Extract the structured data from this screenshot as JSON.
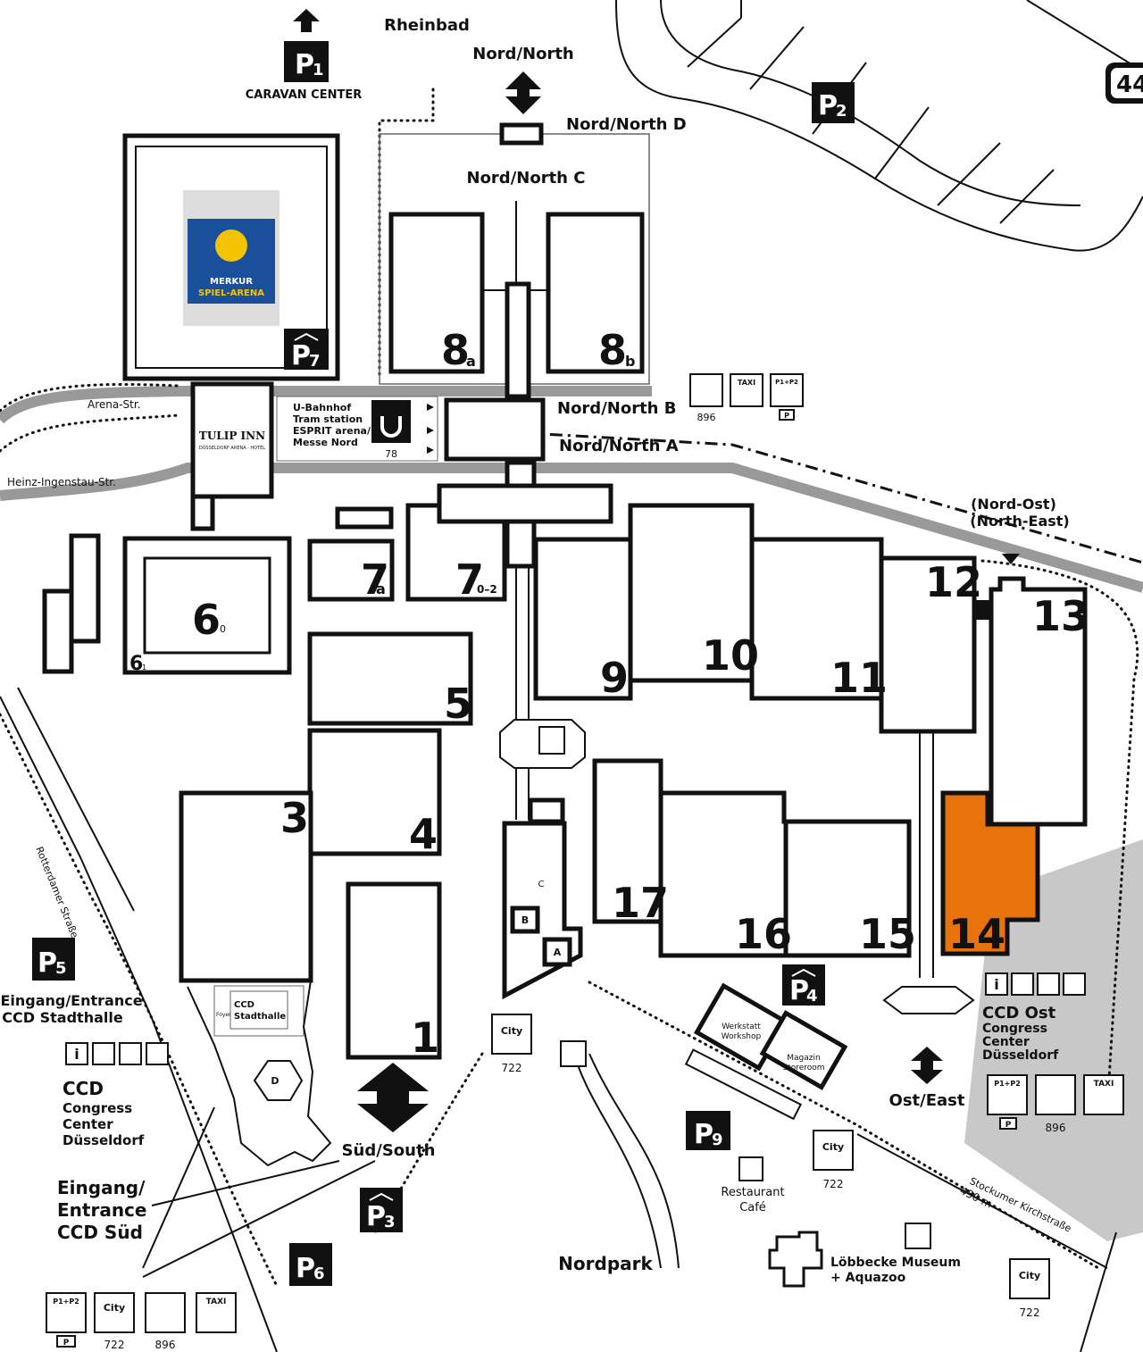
{
  "colors": {
    "highlight": "#e8730a",
    "road": "#999999",
    "ink": "#111111",
    "area": "#c8c8c8"
  },
  "top_labels": {
    "rheinbad": "Rheinbad",
    "nord_north": "Nord/North",
    "caravan_center": "CARAVAN CENTER",
    "nord_d": "Nord/North D",
    "nord_c": "Nord/North C",
    "nord_b": "Nord/North B",
    "nord_a": "Nord/North A",
    "nord_ost": "(Nord-Ost)",
    "north_east": "(North-East)"
  },
  "parking": [
    {
      "id": "P1",
      "num": "1"
    },
    {
      "id": "P2",
      "num": "2"
    },
    {
      "id": "P3",
      "num": "3"
    },
    {
      "id": "P4",
      "num": "4"
    },
    {
      "id": "P5",
      "num": "5"
    },
    {
      "id": "P6",
      "num": "6"
    },
    {
      "id": "P7",
      "num": "7"
    },
    {
      "id": "P9",
      "num": "9"
    }
  ],
  "motorway": "44",
  "arena": {
    "line1": "MERKUR",
    "line2": "SPIEL-ARENA"
  },
  "hotel": {
    "name": "TULIP INN",
    "sub": "DÜSSELDORF ARENA · HOTEL"
  },
  "station": {
    "line1": "U-Bahnhof",
    "line2": "Tram station",
    "line3": "ESPRIT arena/",
    "line4": "Messe Nord",
    "line_no": "78",
    "brand": "stadtbahn"
  },
  "streets": {
    "arena": "Arena-Str.",
    "heinz": "Heinz-Ingenstau-Str.",
    "rotterdamer": "Rotterdamer Straße",
    "stockumer": "Stockumer Kirchstraße",
    "distance": "450 m"
  },
  "halls": [
    {
      "key": "h8a",
      "num": "8",
      "sub": "a"
    },
    {
      "key": "h8b",
      "num": "8",
      "sub": "b"
    },
    {
      "key": "h7a",
      "num": "7",
      "sub": "a"
    },
    {
      "key": "h7",
      "num": "7",
      "sub": "0–2"
    },
    {
      "key": "h6",
      "num": "6",
      "sub": "0"
    },
    {
      "key": "h61",
      "num": "6",
      "sub": "1"
    },
    {
      "key": "h5",
      "num": "5",
      "sub": ""
    },
    {
      "key": "h4",
      "num": "4",
      "sub": ""
    },
    {
      "key": "h3",
      "num": "3",
      "sub": ""
    },
    {
      "key": "h1",
      "num": "1",
      "sub": ""
    },
    {
      "key": "h9",
      "num": "9",
      "sub": ""
    },
    {
      "key": "h10",
      "num": "10",
      "sub": ""
    },
    {
      "key": "h11",
      "num": "11",
      "sub": ""
    },
    {
      "key": "h12",
      "num": "12",
      "sub": ""
    },
    {
      "key": "h13",
      "num": "13",
      "sub": ""
    },
    {
      "key": "h14",
      "num": "14",
      "sub": ""
    },
    {
      "key": "h15",
      "num": "15",
      "sub": ""
    },
    {
      "key": "h16",
      "num": "16",
      "sub": ""
    },
    {
      "key": "h17",
      "num": "17",
      "sub": ""
    }
  ],
  "blocks": {
    "a": "A",
    "b": "B",
    "c": "C",
    "d": "D"
  },
  "ccd": {
    "entrance1": "Eingang/Entrance",
    "entrance2": "CCD Stadthalle",
    "title": "CCD",
    "line1": "Congress",
    "line2": "Center",
    "line3": "Düsseldorf",
    "sued1": "Eingang/",
    "sued2": "Entrance",
    "sued3": "CCD Süd",
    "stadthalle1": "CCD",
    "stadthalle2": "Stadthalle",
    "foyer": "Foyer"
  },
  "ccd_ost": {
    "title": "CCD Ost",
    "line1": "Congress",
    "line2": "Center",
    "line3": "Düsseldorf"
  },
  "gates": {
    "south": "Süd/South",
    "east": "Ost/East"
  },
  "workshop": {
    "l1": "Werkstatt",
    "l2": "Workshop"
  },
  "storeroom": {
    "l1": "Magazin",
    "l2": "Storeroom"
  },
  "places": {
    "restaurant": "Restaurant",
    "cafe": "Café",
    "nordpark": "Nordpark",
    "museum1": "Löbbecke Museum",
    "museum2": "+ Aquazoo"
  },
  "transport": {
    "bus_896": "896",
    "bus_722": "722",
    "city": "City",
    "taxi": "TAXI",
    "p1p2": "P1+P2",
    "p": "P",
    "info": "i"
  }
}
